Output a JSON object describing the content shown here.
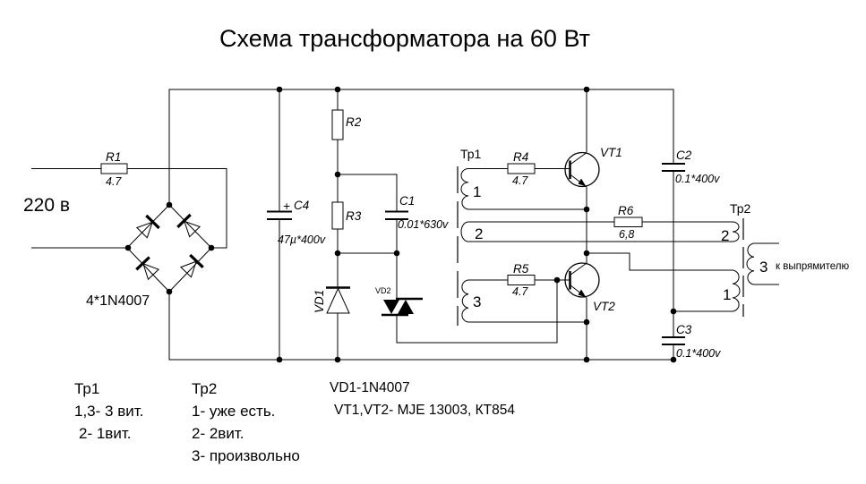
{
  "title": "Схема трансформатора на 60 Вт",
  "schematic": {
    "input": {
      "voltage": "220 в"
    },
    "bridge": {
      "label": "4*1N4007"
    },
    "r1": {
      "name": "R1",
      "value": "4.7"
    },
    "r2": {
      "name": "R2"
    },
    "r3": {
      "name": "R3"
    },
    "r4": {
      "name": "R4",
      "value": "4.7"
    },
    "r5": {
      "name": "R5",
      "value": "4.7"
    },
    "r6": {
      "name": "R6",
      "value": "6,8"
    },
    "c1": {
      "name": "C1",
      "value": "0.01*630v"
    },
    "c2": {
      "name": "C2",
      "value": "0.1*400v"
    },
    "c3": {
      "name": "C3",
      "value": "0.1*400v"
    },
    "c4": {
      "name": "C4",
      "value": "47µ*400v",
      "polarity_mark": "+"
    },
    "vd1": {
      "name": "VD1"
    },
    "vd2": {
      "name": "VD2"
    },
    "vt1": {
      "name": "VT1"
    },
    "vt2": {
      "name": "VT2"
    },
    "tr1": {
      "name": "Тр1",
      "winding1": "1",
      "winding2": "2",
      "winding3": "3"
    },
    "tr2": {
      "name": "Тр2",
      "winding1": "1",
      "winding2": "2",
      "winding3": "3"
    },
    "output": {
      "label": "к выпрямителю"
    }
  },
  "notes": {
    "tr1": {
      "title": "Тр1",
      "line1": "1,3- 3 вит.",
      "line2": "2- 1вит."
    },
    "tr2": {
      "title": "Тр2",
      "line1": "1- уже есть.",
      "line2": "2- 2вит.",
      "line3": "3- произвольно"
    },
    "parts": {
      "diodes": "VD1-1N4007",
      "transistors": "VT1,VT2- MJE 13003, КТ854"
    }
  },
  "colors": {
    "line": "#000000",
    "background": "#ffffff"
  }
}
